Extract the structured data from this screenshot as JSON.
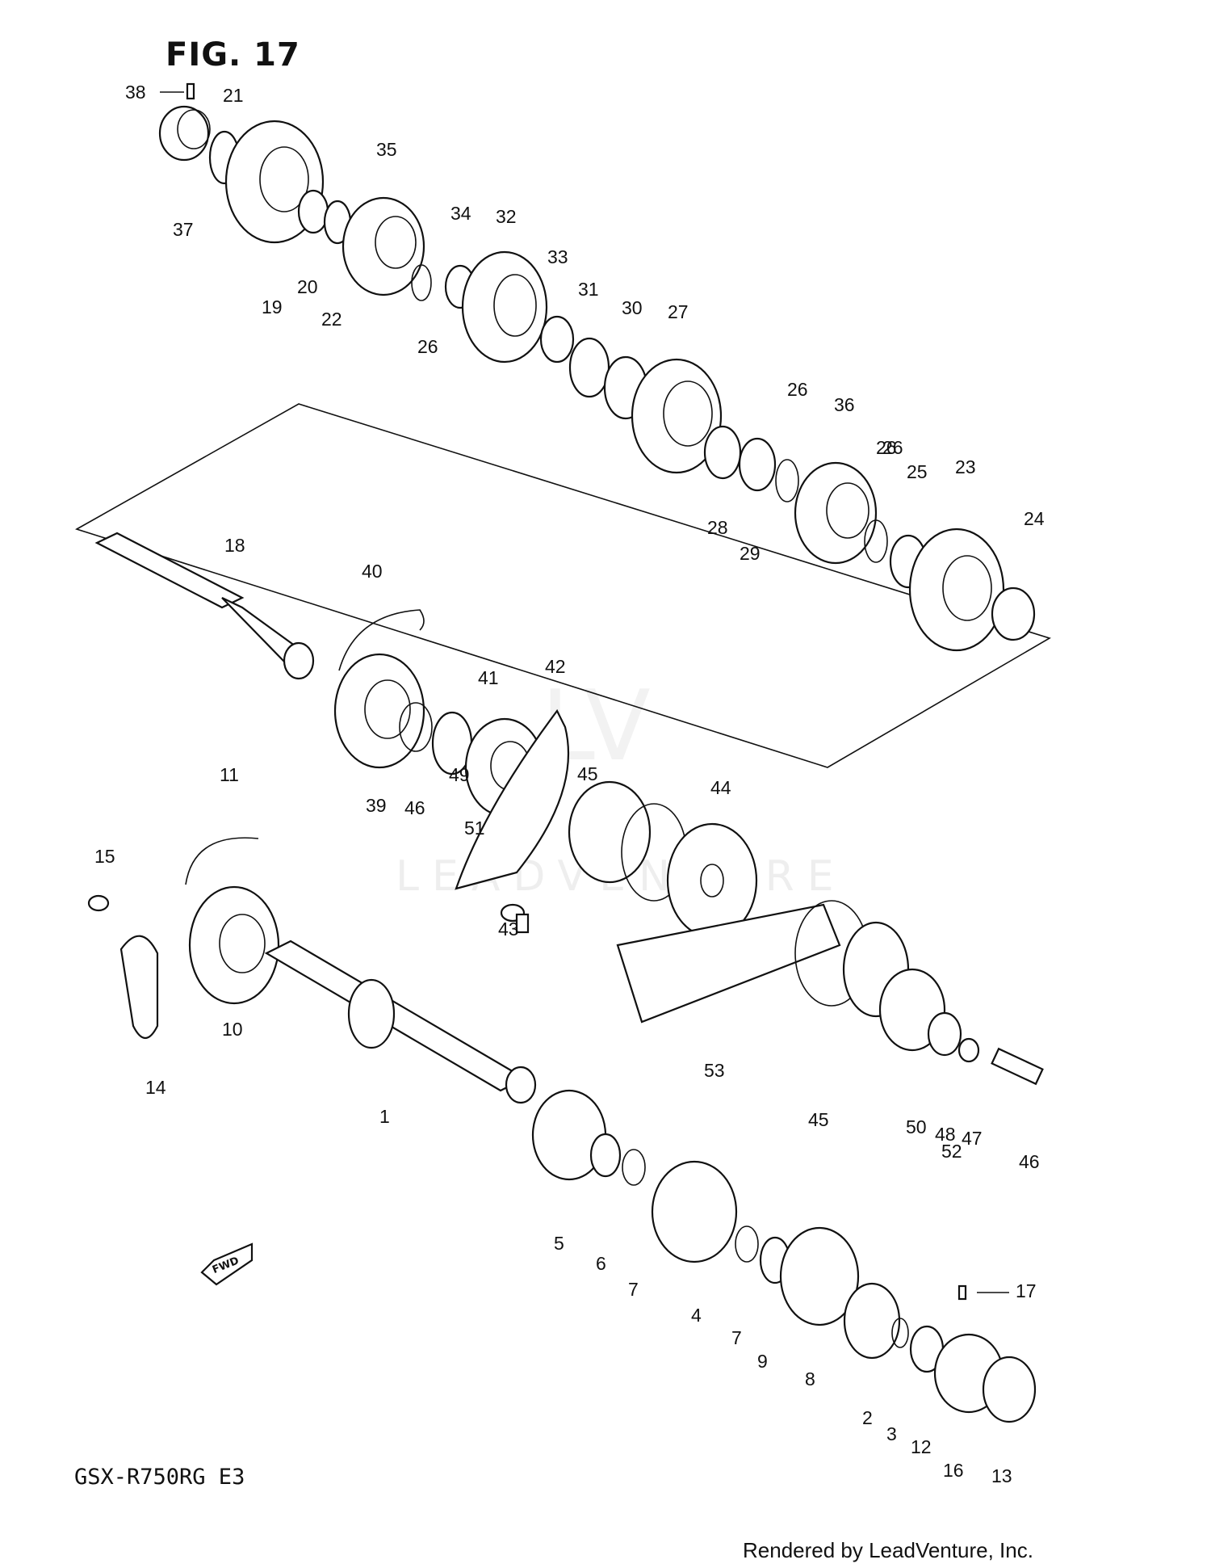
{
  "figure": {
    "title": "FIG. 17",
    "model": "GSX-R750RG E3",
    "credit": "Rendered by LeadVenture, Inc.",
    "watermark": "LEADVENTURE",
    "watermark_logo": "LV"
  },
  "direction_badge": {
    "label": "FWD",
    "icon": "arrow-left-icon"
  },
  "callouts": [
    "1",
    "2",
    "3",
    "4",
    "5",
    "6",
    "7",
    "7",
    "8",
    "9",
    "10",
    "11",
    "12",
    "13",
    "14",
    "15",
    "16",
    "17",
    "18",
    "19",
    "20",
    "21",
    "22",
    "23",
    "24",
    "25",
    "26",
    "26",
    "26",
    "26",
    "27",
    "28",
    "29",
    "30",
    "31",
    "32",
    "33",
    "34",
    "35",
    "36",
    "37",
    "38",
    "39",
    "40",
    "41",
    "42",
    "43",
    "44",
    "45",
    "45",
    "46",
    "46",
    "47",
    "48",
    "49",
    "50",
    "51",
    "52",
    "53"
  ]
}
